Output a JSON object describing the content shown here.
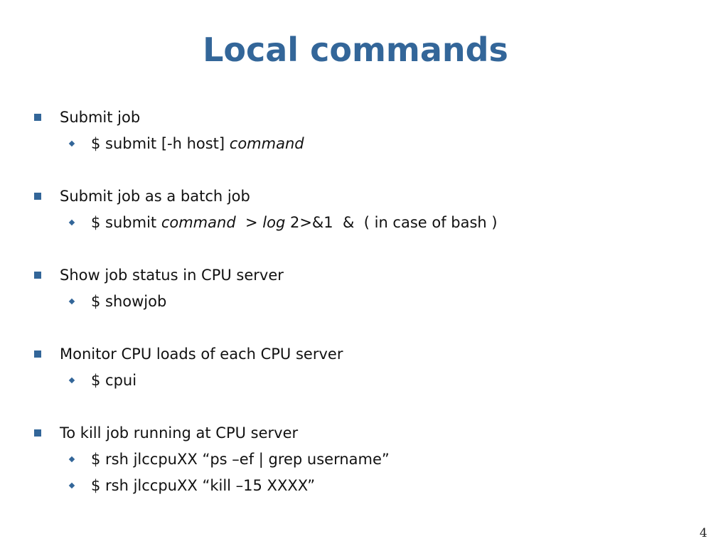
{
  "slide": {
    "title": "Local commands",
    "page_number": "4"
  },
  "items": [
    {
      "label": "Submit job",
      "sub": [
        {
          "parts": [
            "$ submit [-h host] ",
            "command"
          ]
        }
      ]
    },
    {
      "label": "Submit job as a batch job",
      "sub": [
        {
          "parts": [
            "$ submit ",
            "command",
            "  > ",
            "log",
            " 2>&1  &  ( in case of bash )"
          ]
        }
      ]
    },
    {
      "label": "Show job status in CPU server",
      "sub": [
        {
          "parts": [
            "$ showjob"
          ]
        }
      ]
    },
    {
      "label": "Monitor CPU loads of each CPU server",
      "sub": [
        {
          "parts": [
            "$ cpui"
          ]
        }
      ]
    },
    {
      "label": "To kill job running at CPU server",
      "sub": [
        {
          "parts": [
            "$ rsh jlccpuXX “ps –ef | grep username”"
          ]
        },
        {
          "parts": [
            "$ rsh jlccpuXX “kill –15 XXXX”"
          ]
        }
      ]
    }
  ],
  "colors": {
    "title": "#336699",
    "bullet": "#336699",
    "text": "#111111"
  },
  "icons": {
    "level1_bullet": "square-bullet-icon",
    "level2_bullet": "diamond-bullet-icon"
  }
}
